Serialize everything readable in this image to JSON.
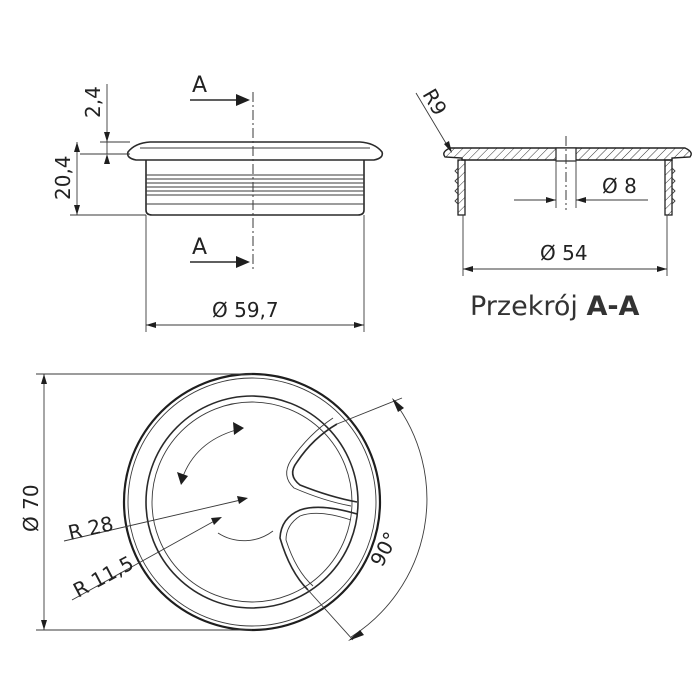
{
  "side_view": {
    "section_mark_top": "A",
    "section_mark_bottom": "A",
    "dim_lip": "2,4",
    "dim_height": "20,4",
    "dim_outer_diameter": "Ø 59,7"
  },
  "section_view": {
    "dim_radius": "R9",
    "dim_hole": "Ø 8",
    "dim_inner_diameter": "Ø 54",
    "caption_prefix": "Przekrój ",
    "caption_section": "A-A"
  },
  "top_view": {
    "dim_flange_diameter": "Ø 70",
    "dim_radius_outer": "R 28",
    "dim_radius_inner": "R 11,5",
    "dim_angle": "90°"
  }
}
